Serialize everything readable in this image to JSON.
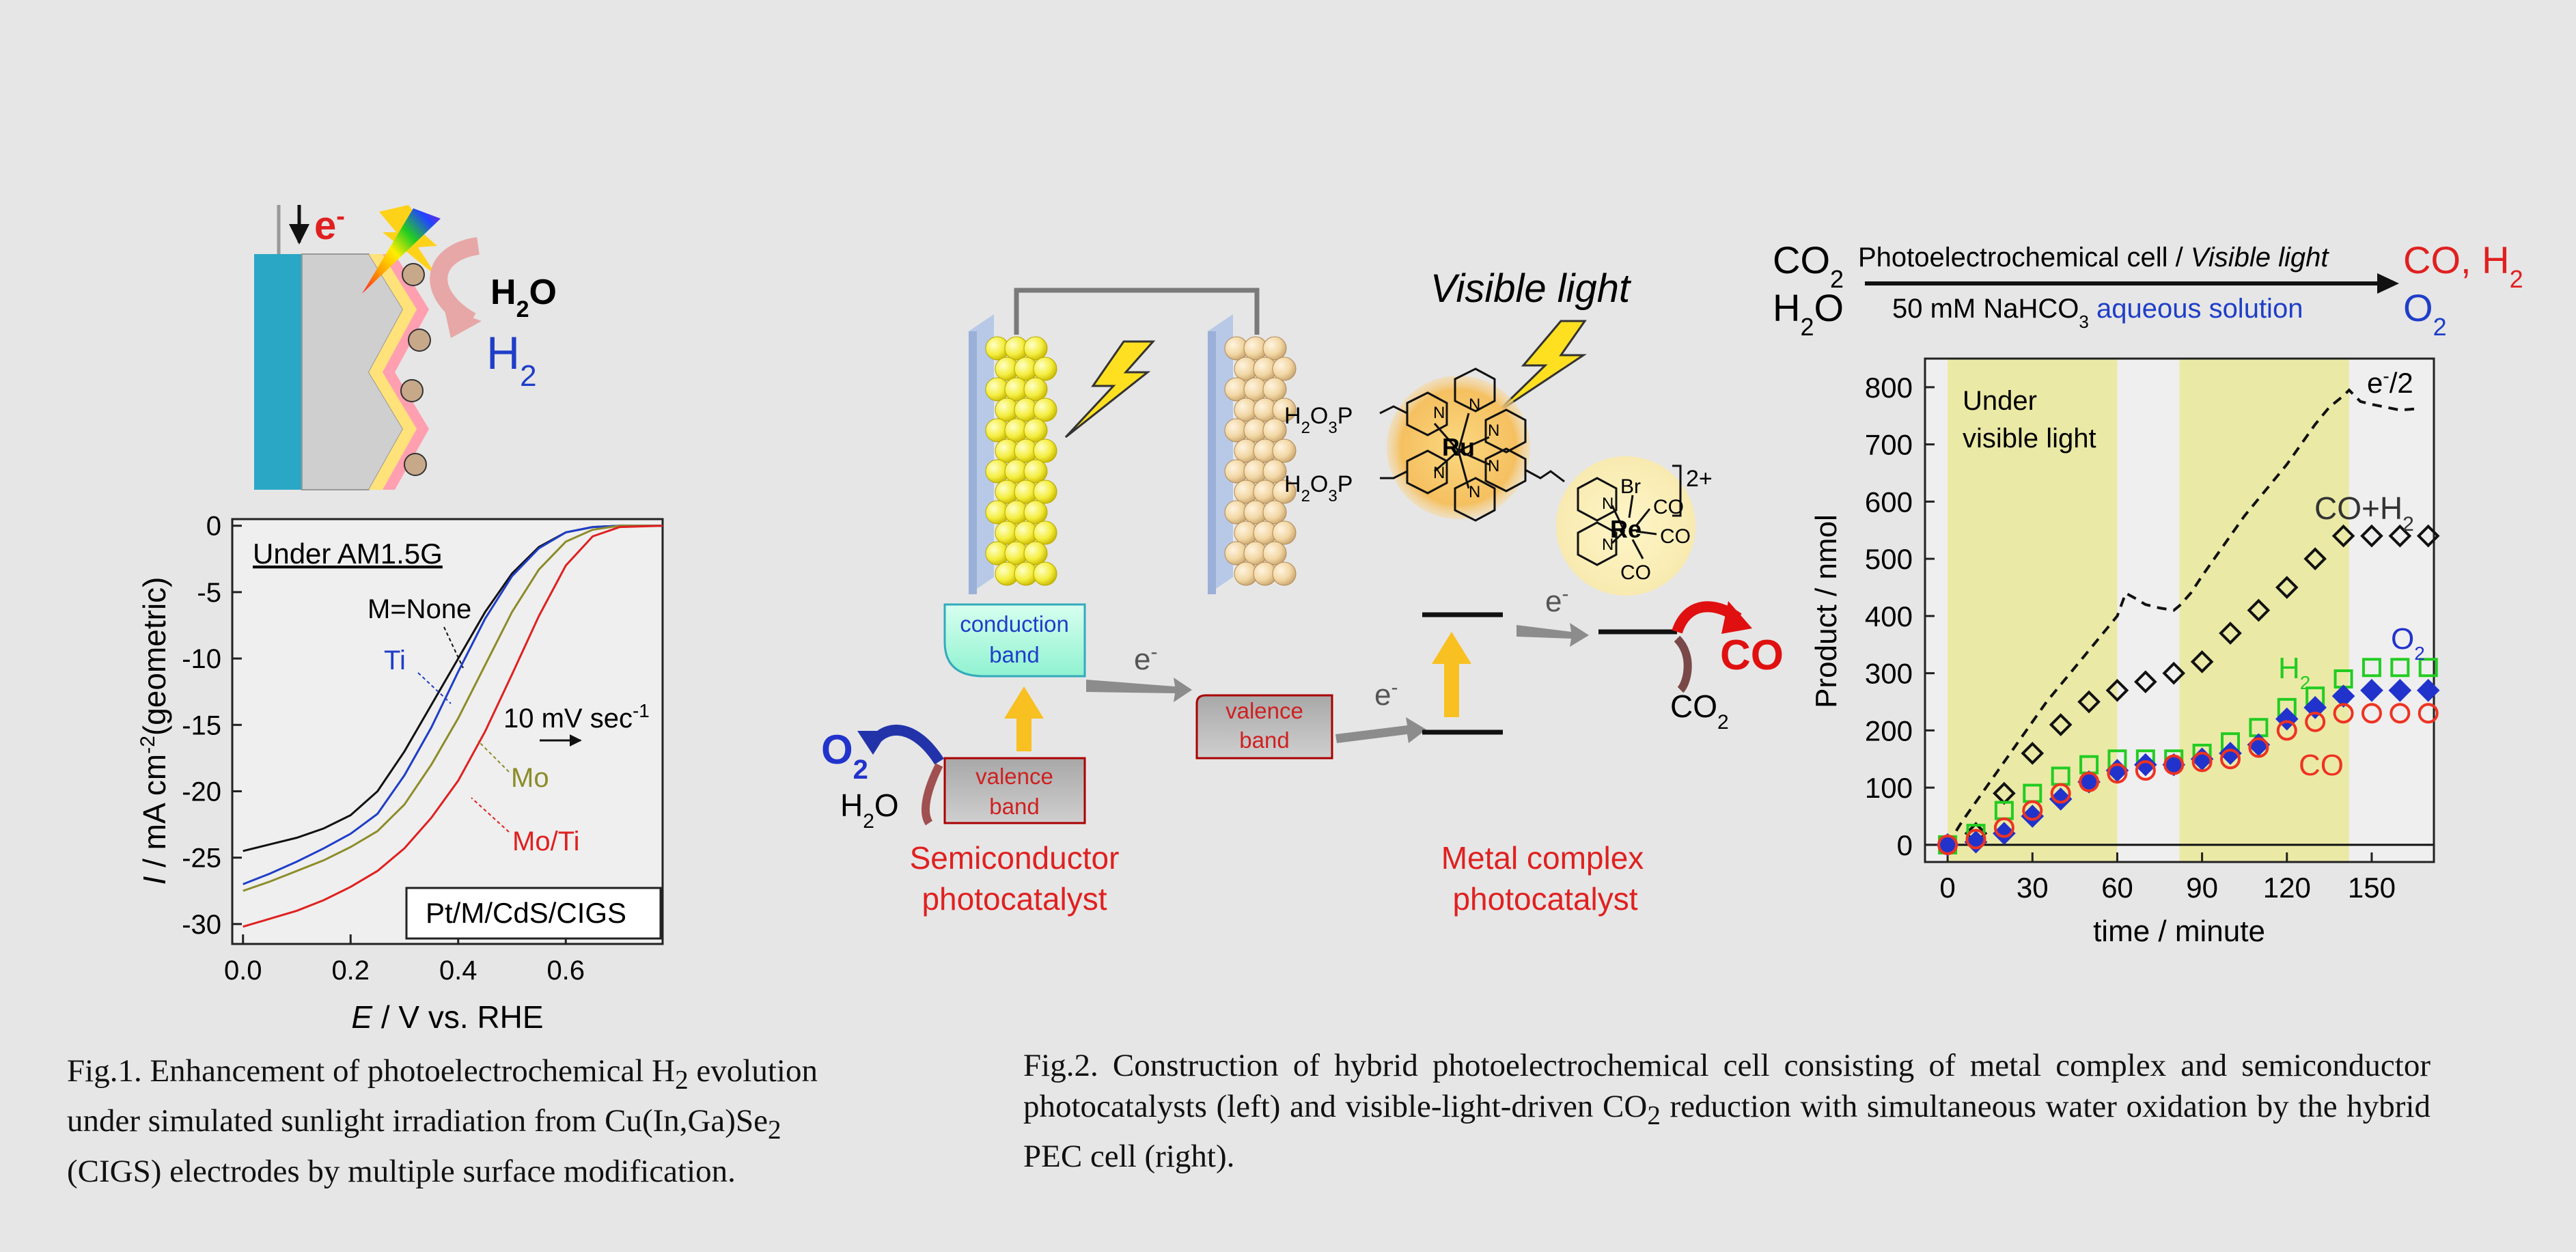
{
  "fig1": {
    "schematic": {
      "e_minus": "e",
      "e_sup": "-",
      "h2o": "H",
      "h2o_sub": "2",
      "h2o_tail": "O",
      "h2": "H",
      "h2_sub": "2"
    },
    "panel": {
      "condition": "Under AM1.5G",
      "sample": "Pt/M/CdS/CIGS",
      "scan_rate": "10 mV sec",
      "scan_rate_sup": "-1",
      "labels": {
        "none": "M=None",
        "ti": "Ti",
        "mo": "Mo",
        "moti": "Mo/Ti"
      }
    },
    "chart_data": {
      "type": "line",
      "xlabel_italic": "E",
      "xlabel_rest": " / V vs. RHE",
      "ylabel_italic": "I",
      "ylabel_rest": " / mA cm",
      "ylabel_sup": "-2",
      "ylabel_tail": "(geometric)",
      "xlim": [
        -0.02,
        0.78
      ],
      "ylim": [
        -31.5,
        0.5
      ],
      "xticks": [
        0.0,
        0.2,
        0.4,
        0.6
      ],
      "xtick_labels": [
        "0.0",
        "0.2",
        "0.4",
        "0.6"
      ],
      "yticks": [
        0,
        -5,
        -10,
        -15,
        -20,
        -25,
        -30
      ],
      "ytick_labels": [
        "0",
        "-5",
        "-10",
        "-15",
        "-20",
        "-25",
        "-30"
      ],
      "series": [
        {
          "name": "M=None",
          "color": "#111111",
          "x": [
            0.0,
            0.05,
            0.1,
            0.15,
            0.2,
            0.25,
            0.3,
            0.35,
            0.4,
            0.45,
            0.5,
            0.55,
            0.6,
            0.65,
            0.7,
            0.78
          ],
          "y": [
            -24.5,
            -24.0,
            -23.5,
            -22.8,
            -21.8,
            -20.0,
            -17.0,
            -13.5,
            -10.0,
            -6.5,
            -3.6,
            -1.6,
            -0.5,
            -0.1,
            0,
            0
          ]
        },
        {
          "name": "Ti",
          "color": "#1f3ec8",
          "x": [
            0.0,
            0.05,
            0.1,
            0.15,
            0.2,
            0.25,
            0.3,
            0.35,
            0.4,
            0.45,
            0.5,
            0.55,
            0.6,
            0.65,
            0.7,
            0.78
          ],
          "y": [
            -27.0,
            -26.2,
            -25.3,
            -24.3,
            -23.2,
            -21.7,
            -18.8,
            -15.2,
            -11.0,
            -7.0,
            -3.8,
            -1.7,
            -0.5,
            -0.1,
            0,
            0
          ]
        },
        {
          "name": "Mo",
          "color": "#8c8c2a",
          "x": [
            0.0,
            0.05,
            0.1,
            0.15,
            0.2,
            0.25,
            0.3,
            0.35,
            0.4,
            0.45,
            0.5,
            0.55,
            0.6,
            0.65,
            0.7,
            0.78
          ],
          "y": [
            -27.5,
            -26.8,
            -26.0,
            -25.2,
            -24.2,
            -23.0,
            -21.0,
            -18.0,
            -14.5,
            -10.5,
            -6.5,
            -3.3,
            -1.2,
            -0.3,
            0,
            0
          ]
        },
        {
          "name": "Mo/Ti",
          "color": "#e02020",
          "x": [
            0.0,
            0.05,
            0.1,
            0.15,
            0.2,
            0.25,
            0.3,
            0.35,
            0.4,
            0.45,
            0.5,
            0.55,
            0.6,
            0.65,
            0.7,
            0.78
          ],
          "y": [
            -30.2,
            -29.6,
            -29.0,
            -28.2,
            -27.2,
            -26.0,
            -24.3,
            -22.0,
            -19.2,
            -15.5,
            -11.2,
            -6.8,
            -3.0,
            -0.8,
            -0.1,
            0
          ]
        }
      ]
    },
    "caption": {
      "part1": "Fig.1. Enhancement of photoelectrochemical H",
      "sub1": "2",
      "part2": " evolution under simulated sunlight irradiation from Cu(In,Ga)Se",
      "sub2": "2",
      "part3": " (CIGS) electrodes by multiple surface modification."
    }
  },
  "fig2": {
    "visible_light": "Visible light",
    "conduction_band": [
      "conduction",
      "band"
    ],
    "valence_band_1": [
      "valence",
      "band"
    ],
    "valence_band_2": [
      "valence",
      "band"
    ],
    "e_label": "e",
    "e_sup": "-",
    "o2": "O",
    "o2_sub": "2",
    "h2o": "H",
    "h2o_sub": "2",
    "h2o_tail": "O",
    "co": "CO",
    "co2": "CO",
    "co2_sub": "2",
    "semi_label": [
      "Semiconductor",
      "photocatalyst"
    ],
    "metal_label": [
      "Metal complex",
      "photocatalyst"
    ],
    "complex": {
      "ru": "Ru",
      "re": "Re",
      "br": "Br",
      "co": "CO",
      "n": "N",
      "charge": "2+",
      "phos": "H",
      "phos_sub1": "2",
      "phos_mid": "O",
      "phos_sub2": "3",
      "phos_tail": "P"
    },
    "caption": {
      "part1": "Fig.2. Construction of hybrid photoelectrochemical cell consisting of metal complex and semiconductor photocatalysts (left) and visible-light-driven CO",
      "sub1": "2",
      "part2": " reduction with simultaneous water oxidation by the hybrid PEC cell (right)."
    }
  },
  "fig3": {
    "reaction": {
      "left1": "CO",
      "left1_sub": "2",
      "left2": "H",
      "left2_sub": "2",
      "left2_tail": "O",
      "above_plain": "Photoelectrochemical cell / ",
      "above_italic": "Visible light",
      "below_plain": "50 mM NaHCO",
      "below_sub": "3",
      "below_blue": " aqueous solution",
      "right1": "CO, H",
      "right1_sub": "2",
      "right2": "O",
      "right2_sub": "2"
    },
    "under_light": [
      "Under",
      "visible light"
    ],
    "series_labels": {
      "e": "e",
      "e_sup": "-",
      "e_tail": "/2",
      "coh2": "CO+H",
      "coh2_sub": "2",
      "h2": "H",
      "h2_sub": "2",
      "o2": "O",
      "o2_sub": "2",
      "co": "CO"
    },
    "chart_data": {
      "type": "scatter",
      "xlabel": "time / minute",
      "ylabel": "Product / nmol",
      "xlim": [
        -8,
        172
      ],
      "ylim": [
        -30,
        850
      ],
      "xticks": [
        0,
        30,
        60,
        90,
        120,
        150
      ],
      "xtick_labels": [
        "0",
        "30",
        "60",
        "90",
        "120",
        "150"
      ],
      "yticks": [
        0,
        100,
        200,
        300,
        400,
        500,
        600,
        700,
        800
      ],
      "ytick_labels": [
        "0",
        "100",
        "200",
        "300",
        "400",
        "500",
        "600",
        "700",
        "800"
      ],
      "light_on": [
        [
          0,
          60
        ],
        [
          82,
          142
        ]
      ],
      "series": [
        {
          "name": "e-/2",
          "style": "dashed",
          "color": "#111111",
          "x": [
            0,
            5,
            10,
            15,
            20,
            25,
            30,
            35,
            40,
            45,
            50,
            55,
            60,
            63,
            66,
            70,
            75,
            80,
            82,
            86,
            90,
            95,
            100,
            105,
            110,
            115,
            120,
            125,
            130,
            135,
            140,
            142,
            146,
            150,
            155,
            160,
            165
          ],
          "y": [
            0,
            40,
            75,
            110,
            145,
            180,
            215,
            250,
            280,
            310,
            340,
            370,
            400,
            440,
            432,
            420,
            414,
            410,
            418,
            440,
            470,
            505,
            540,
            575,
            605,
            635,
            665,
            700,
            735,
            765,
            785,
            795,
            775,
            770,
            765,
            760,
            762
          ]
        },
        {
          "name": "CO+H2",
          "marker": "diamond-open",
          "color": "#111111",
          "x": [
            0,
            10,
            20,
            30,
            40,
            50,
            60,
            70,
            80,
            90,
            100,
            110,
            120,
            130,
            140,
            150,
            160,
            170
          ],
          "y": [
            0,
            20,
            90,
            160,
            210,
            250,
            270,
            285,
            300,
            320,
            370,
            410,
            450,
            500,
            540,
            540,
            540,
            540
          ]
        },
        {
          "name": "H2",
          "marker": "square-open",
          "color": "#22cc22",
          "x": [
            0,
            10,
            20,
            30,
            40,
            50,
            60,
            70,
            80,
            90,
            100,
            110,
            120,
            130,
            140,
            150,
            160,
            170
          ],
          "y": [
            0,
            20,
            60,
            90,
            120,
            140,
            150,
            150,
            150,
            160,
            180,
            205,
            240,
            260,
            290,
            310,
            310,
            310
          ]
        },
        {
          "name": "O2",
          "marker": "diamond-filled",
          "color": "#2233cc",
          "x": [
            0,
            10,
            20,
            30,
            40,
            50,
            60,
            70,
            80,
            90,
            100,
            110,
            120,
            130,
            140,
            150,
            160,
            170
          ],
          "y": [
            0,
            5,
            20,
            50,
            80,
            110,
            130,
            140,
            140,
            150,
            160,
            175,
            220,
            240,
            260,
            270,
            270,
            270
          ]
        },
        {
          "name": "CO",
          "marker": "circle-open",
          "color": "#ee3322",
          "x": [
            0,
            10,
            20,
            30,
            40,
            50,
            60,
            70,
            80,
            90,
            100,
            110,
            120,
            130,
            140,
            150,
            160,
            170
          ],
          "y": [
            0,
            10,
            30,
            60,
            90,
            110,
            125,
            130,
            140,
            145,
            150,
            170,
            200,
            215,
            230,
            230,
            230,
            230
          ]
        }
      ]
    }
  }
}
